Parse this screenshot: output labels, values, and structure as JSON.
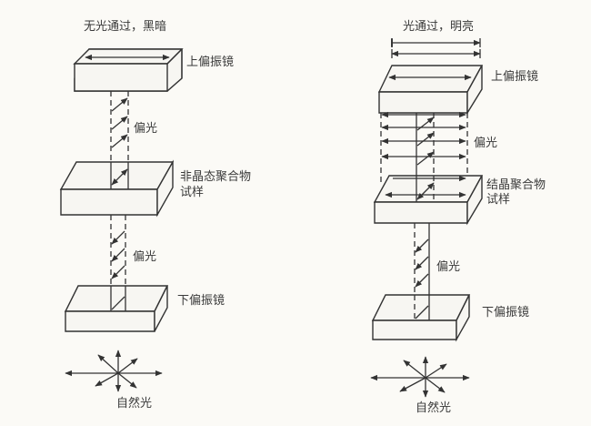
{
  "left_panel": {
    "title": "无光通过，黑暗",
    "upper_polarizer": "上偏振镜",
    "polarized_light_upper": "偏光",
    "sample": [
      "非晶态聚合物",
      "试样"
    ],
    "polarized_light_lower": "偏光",
    "lower_polarizer": "下偏振镜",
    "natural_light": "自然光"
  },
  "right_panel": {
    "title": "光通过，明亮",
    "upper_polarizer": "上偏振镜",
    "polarized_light_upper": "偏光",
    "sample": [
      "结晶聚合物",
      "试样"
    ],
    "polarized_light_lower": "偏光",
    "lower_polarizer": "下偏振镜",
    "natural_light": "自然光"
  },
  "colors": {
    "line": "#333333",
    "background": "#fbfaf6",
    "text": "#3a3a3a"
  }
}
